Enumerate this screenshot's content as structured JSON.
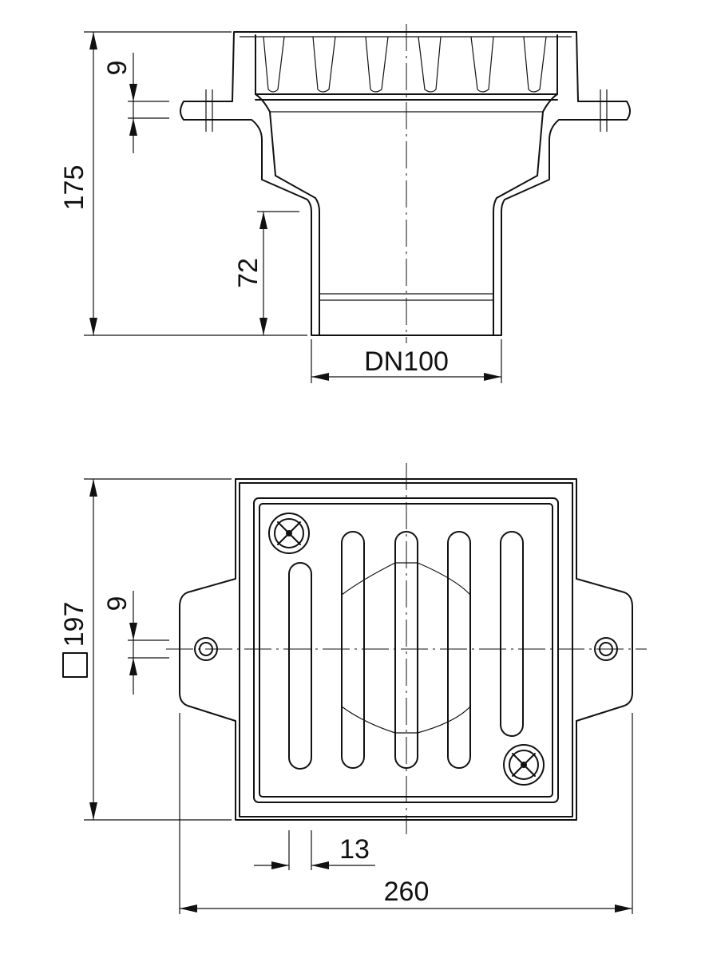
{
  "drawing": {
    "side_view": {
      "dim_height_total": "175",
      "dim_flange_thickness": "9",
      "dim_outlet_length": "72",
      "dim_outlet_diameter": "DN100"
    },
    "top_view": {
      "dim_square_symbol": "□",
      "dim_square_size": "197",
      "dim_flange_thickness": "9",
      "dim_slot_width": "13",
      "dim_total_width": "260"
    }
  }
}
